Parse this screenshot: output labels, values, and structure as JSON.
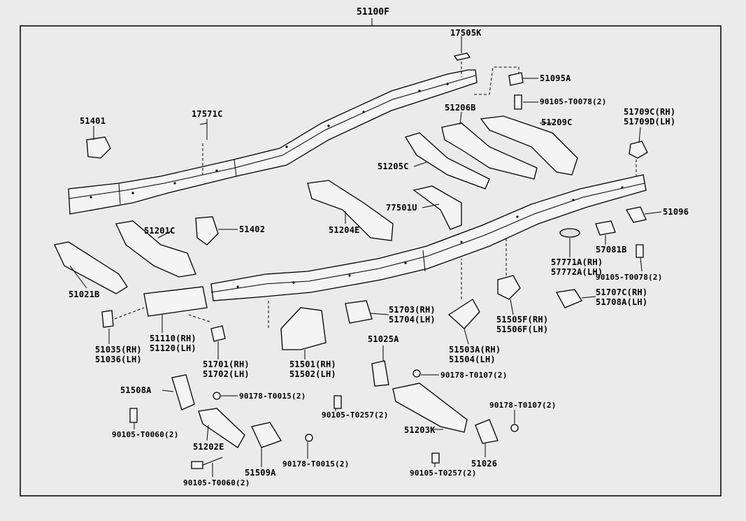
{
  "diagram": {
    "title": "51100F",
    "labels": {
      "p17505K": "17505K",
      "p51095A": "51095A",
      "p90105_T0078_top": "90105-T0078(2)",
      "p51206B": "51206B",
      "p51209C": "51209C",
      "p51709C": "51709C(RH)",
      "p51709D": "51709D(LH)",
      "p51401": "51401",
      "p17571C": "17571C",
      "p51205C": "51205C",
      "p77501U": "77501U",
      "p51204E": "51204E",
      "p51096": "51096",
      "p51201C": "51201C",
      "p51402": "51402",
      "p57771A": "57771A(RH)",
      "p57772A": "57772A(LH)",
      "p57081B": "57081B",
      "p90105_T0078_right": "90105-T0078(2)",
      "p51021B": "51021B",
      "p51707C": "51707C(RH)",
      "p51708A": "51708A(LH)",
      "p51703": "51703(RH)",
      "p51704": "51704(LH)",
      "p51505F": "51505F(RH)",
      "p51506F": "51506F(LH)",
      "p51035": "51035(RH)",
      "p51036": "51036(LH)",
      "p51110": "51110(RH)",
      "p51120": "51120(LH)",
      "p51701": "51701(RH)",
      "p51702": "51702(LH)",
      "p51501": "51501(RH)",
      "p51502": "51502(LH)",
      "p51025A": "51025A",
      "p51503A": "51503A(RH)",
      "p51504": "51504(LH)",
      "p90178_T0107_a": "90178-T0107(2)",
      "p51508A": "51508A",
      "p90178_T0015_a": "90178-T0015(2)",
      "p90105_T0257_a": "90105-T0257(2)",
      "p90178_T0107_b": "90178-T0107(2)",
      "p90105_T0060_a": "90105-T0060(2)",
      "p51202E": "51202E",
      "p51203K": "51203K",
      "p51026": "51026",
      "p90178_T0015_b": "90178-T0015(2)",
      "p51509A": "51509A",
      "p90105_T0257_b": "90105-T0257(2)",
      "p90105_T0060_b": "90105-T0060(2)"
    }
  }
}
